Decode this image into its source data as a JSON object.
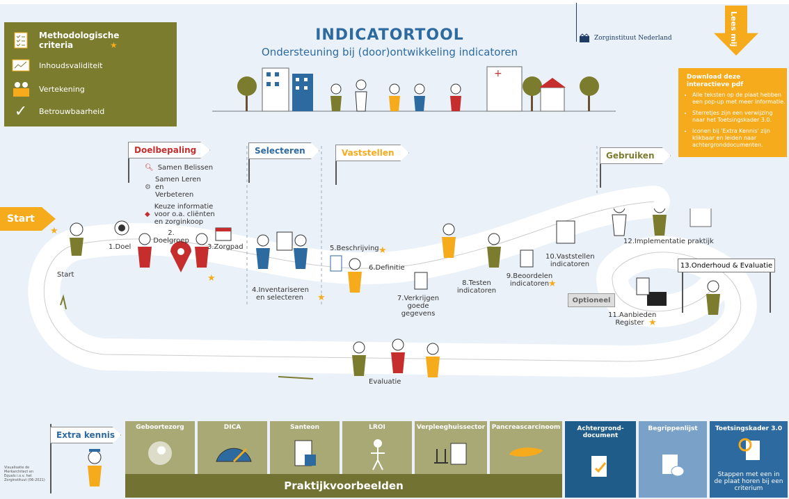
{
  "header": {
    "title": "INDICATORTOOL",
    "subtitle": "Ondersteuning bij (door)ontwikkeling indicatoren",
    "org_name": "Zorginstituut Nederland",
    "lees_mij": "Lees mij"
  },
  "legend": {
    "items": [
      {
        "label": "Methodologische criteria",
        "icon": "checklist-icon"
      },
      {
        "label": "Inhoudsvaliditeit",
        "icon": "chart-icon"
      },
      {
        "label": "Vertekening",
        "icon": "people-icon"
      },
      {
        "label": "Betrouwbaarheid",
        "icon": "checkmark-icon"
      }
    ]
  },
  "info": {
    "heading": "Download deze interactieve pdf",
    "bullets": [
      "Alle teksten op de plaat hebben een pop-up met meer informatie.",
      "Sterretjes zijn een verwijzing naar het Toetsingskader 3.0.",
      "Iconen bij 'Extra Kennis' zijn klikbaar en leiden naar achtergronddocumenten."
    ]
  },
  "start": "Start",
  "phases": {
    "doelbepaling": "Doelbepaling",
    "selecteren": "Selecteren",
    "vaststellen": "Vaststellen",
    "gebruiken": "Gebruiken",
    "extra_kennis": "Extra kennis",
    "optioneel": "Optioneel"
  },
  "doel_list": [
    "Samen Belissen",
    "Samen Leren en Verbeteren",
    "Keuze informatie voor o.a. cliënten en zorginkoop"
  ],
  "steps": {
    "start": "Start",
    "s1": "1.Doel",
    "s2": "2. Doelgroep",
    "s3": "3.Zorgpad",
    "s4": "4.Inventariseren en selecteren",
    "s5": "5.Beschrijving",
    "s6": "6.Definitie",
    "s7": "7.Verkrijgen goede gegevens",
    "s8": "8.Testen indicatoren",
    "s9": "9.Beoordelen indicatoren",
    "s10": "10.Vaststellen indicatoren",
    "s11": "11.Aanbieden Register",
    "s12": "12.Implementatie praktijk",
    "s13": "13.Onderhoud & Evaluatie",
    "eval": "Evaluatie"
  },
  "tiles": [
    "Geboortezorg",
    "DICA",
    "Santeon",
    "LROI",
    "Verpleeghuissector",
    "Pancreascarcinoom"
  ],
  "praktijk": "Praktijkvoorbeelden",
  "blue_tiles": {
    "achtergrond": "Achtergrond-document",
    "begrippen": "Begrippenlijst",
    "toetsing": "Toetsingskader 3.0",
    "toetsing_note": "Stappen met een in de plaat horen bij een criterium"
  },
  "credit": "Visualisatie de Merkarchitect en Equals i.o.v. het Zorginstituut (06-2021)",
  "colors": {
    "accent": "#f6ab1d",
    "olive": "#7b7c2e",
    "blue": "#2d6a9f"
  }
}
